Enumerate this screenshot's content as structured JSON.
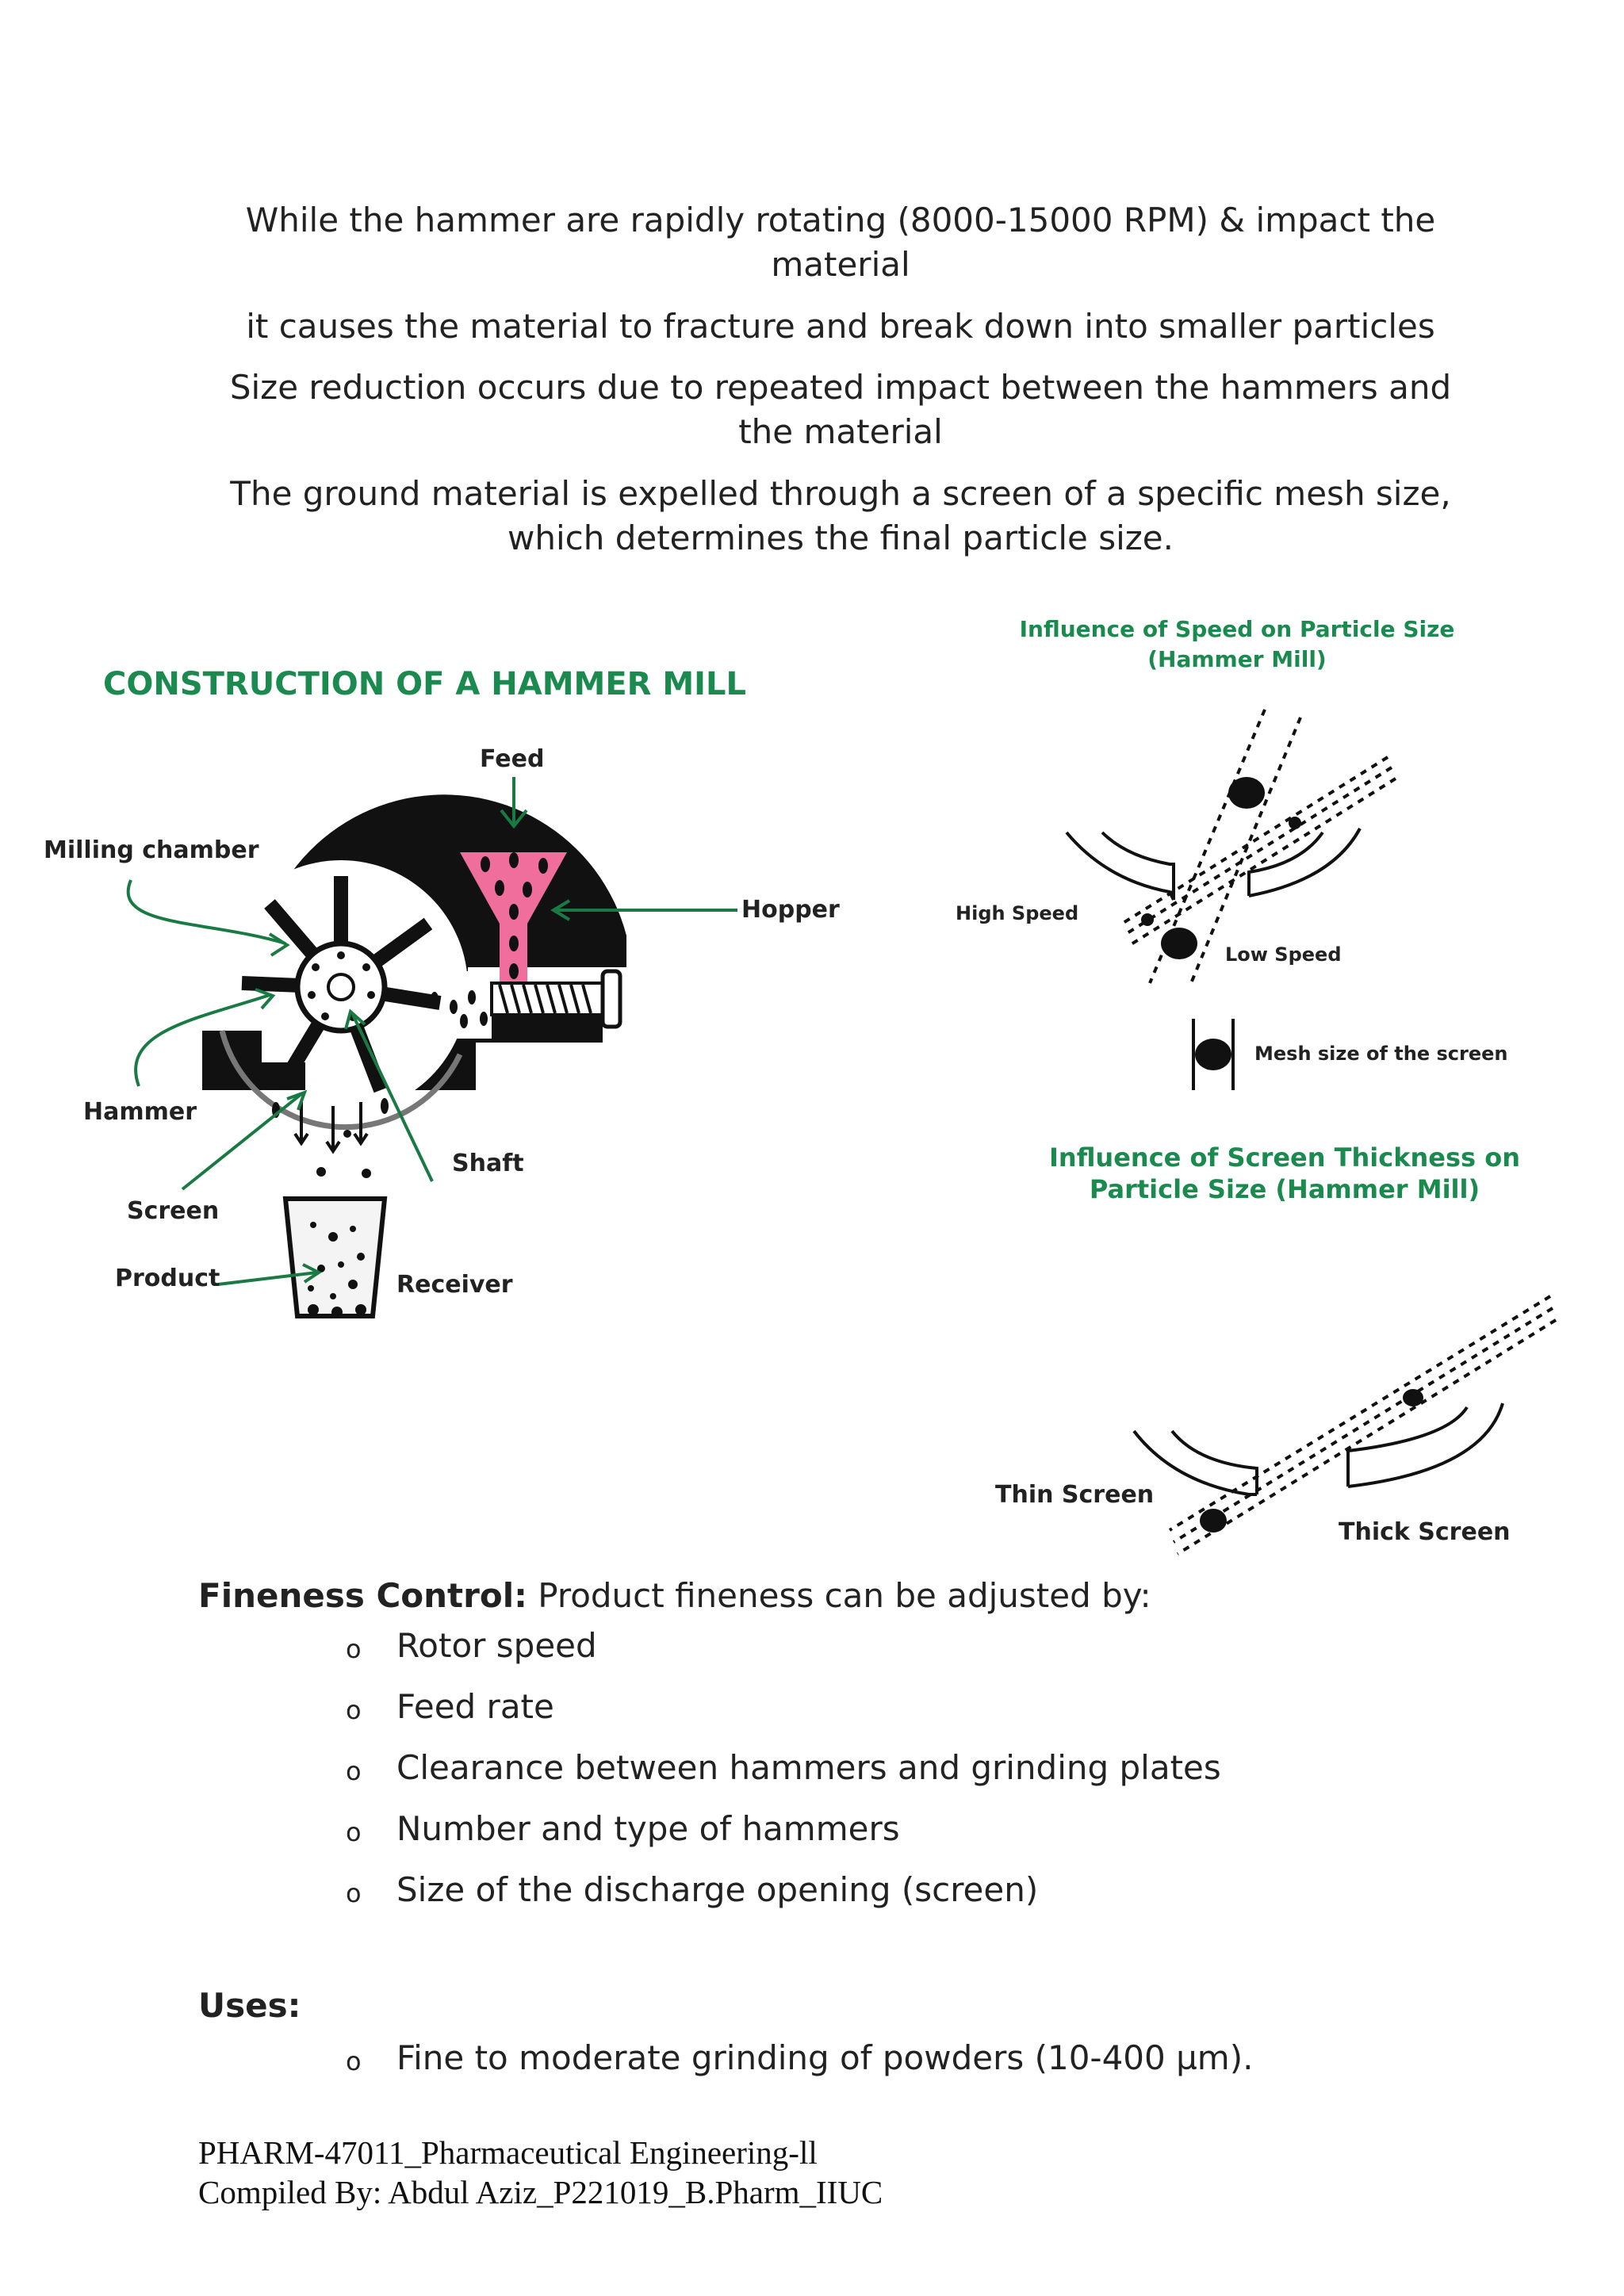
{
  "intro": [
    "While the hammer are rapidly rotating (8000-15000 RPM) & impact the material",
    "it causes the material to fracture and break down into smaller particles",
    "Size reduction occurs due to repeated impact between the hammers and the material",
    "The ground material is expelled through a screen of a specific mesh size, which determines the final particle size."
  ],
  "construction": {
    "title": "CONSTRUCTION OF A HAMMER MILL",
    "labels": {
      "feed": "Feed",
      "milling_chamber": "Milling chamber",
      "hopper": "Hopper",
      "hammer": "Hammer",
      "shaft": "Shaft",
      "screen": "Screen",
      "product": "Product",
      "receiver": "Receiver"
    },
    "colors": {
      "title": "#1a8a4f",
      "arrows": "#1a7a44",
      "hopper": "#f06e9c",
      "body": "#111111"
    }
  },
  "speed": {
    "title_line1": "Influence of Speed on Particle Size",
    "title_line2": "(Hammer Mill)",
    "high": "High Speed",
    "low": "Low Speed",
    "mesh": "Mesh size of the screen"
  },
  "thickness": {
    "title_line1": "Influence of Screen Thickness on",
    "title_line2": "Particle Size (Hammer Mill)",
    "thin": "Thin Screen",
    "thick": "Thick Screen"
  },
  "fineness": {
    "heading": "Fineness Control:",
    "text": " Product fineness can be adjusted by:",
    "bullet": "o",
    "items": [
      "Rotor speed",
      "Feed rate",
      "Clearance between hammers and grinding plates",
      "Number and type of hammers",
      "Size of the discharge opening (screen)"
    ]
  },
  "uses": {
    "heading": "Uses:",
    "items": [
      "Fine to moderate grinding of powders (10-400 µm)."
    ]
  },
  "footer": {
    "line1": "PHARM-47011_Pharmaceutical Engineering-ll",
    "line2": "Compiled By: Abdul Aziz_P221019_B.Pharm_IIUC"
  }
}
